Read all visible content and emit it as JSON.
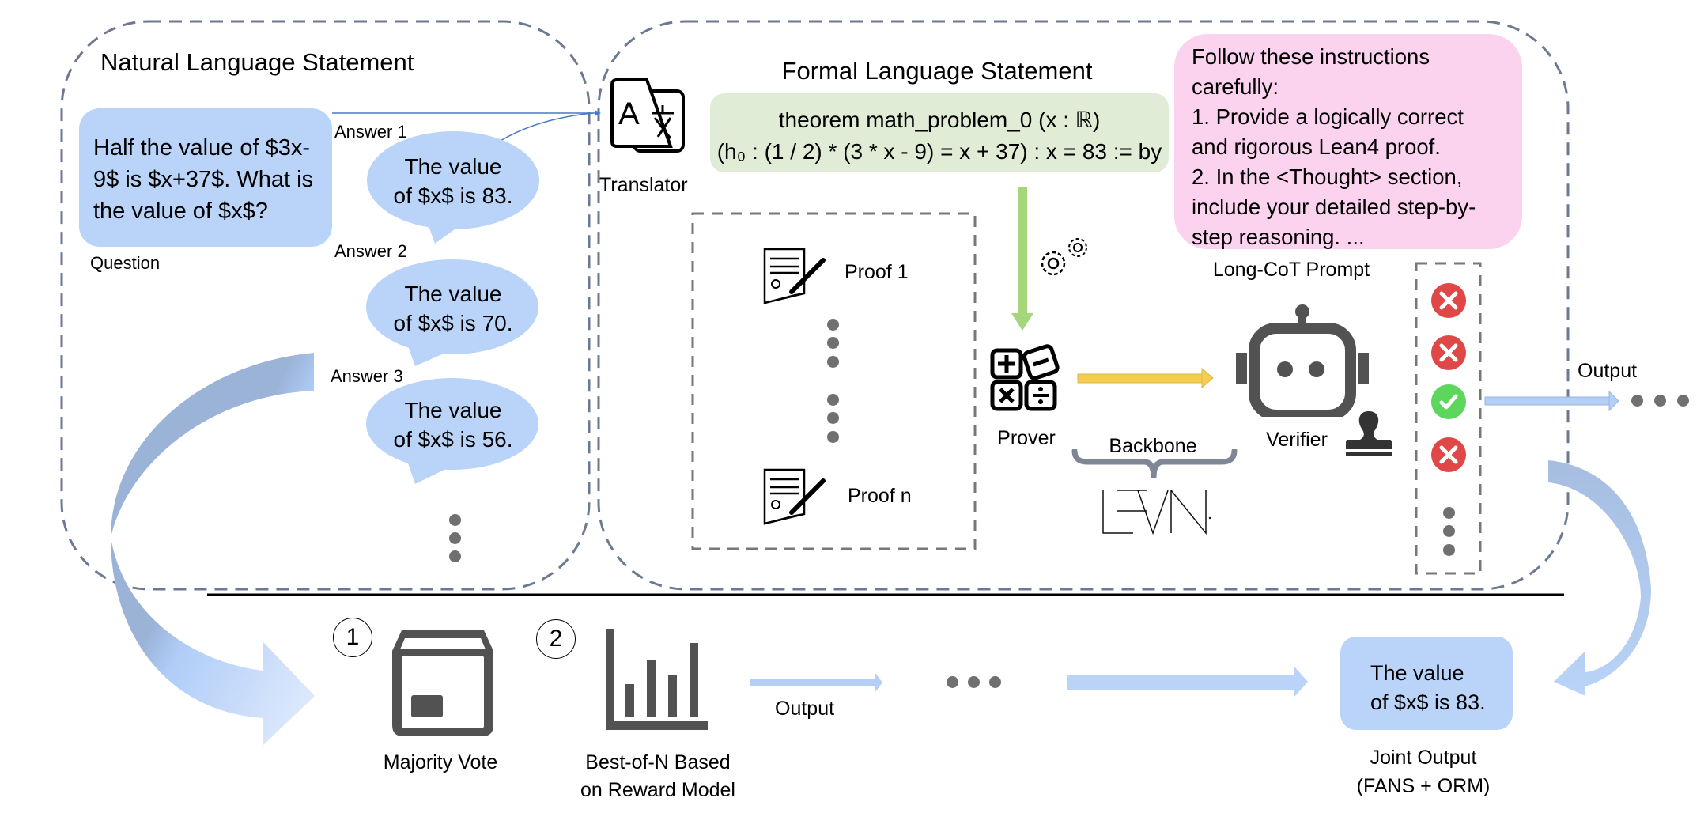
{
  "natural_section": {
    "title": "Natural Language Statement",
    "question": {
      "label": "Question",
      "text": "Half the value of $3x-9$ is $x+37$. What is the value of $x$?"
    },
    "answers": [
      {
        "label": "Answer 1",
        "line1": "The value",
        "line2": "of $x$ is 83."
      },
      {
        "label": "Answer 2",
        "line1": "The value",
        "line2": "of $x$ is 70."
      },
      {
        "label": "Answer 3",
        "line1": "The value",
        "line2": "of $x$ is 56."
      }
    ],
    "more_indicator": "vertical-ellipsis"
  },
  "formal_section": {
    "title": "Formal Language Statement",
    "translator_label": "Translator",
    "theorem_line1": "theorem math_problem_0 (x : ℝ)",
    "theorem_line2": "(h₀ : (1 / 2) * (3 * x - 9) = x + 37) : x = 83 := by",
    "proofs": [
      {
        "label": "Proof 1"
      },
      {
        "label": "Proof n"
      }
    ],
    "prover_label": "Prover",
    "backbone_label": "Backbone",
    "backbone_logo": "LEAN",
    "verifier_label": "Verifier",
    "prompt": {
      "label": "Long-CoT Prompt",
      "lines": [
        "Follow these instructions",
        "carefully:",
        "1. Provide a logically correct",
        "and rigorous Lean4 proof.",
        "2. In the <Thought> section,",
        "include your detailed step-by-",
        "step reasoning. ..."
      ]
    },
    "verification_results": [
      {
        "status": "fail",
        "icon": "cross-circle-icon",
        "color": "#e04848"
      },
      {
        "status": "fail",
        "icon": "cross-circle-icon",
        "color": "#e04848"
      },
      {
        "status": "pass",
        "icon": "check-circle-icon",
        "color": "#5cd65c"
      },
      {
        "status": "fail",
        "icon": "cross-circle-icon",
        "color": "#e04848"
      }
    ],
    "output_label": "Output"
  },
  "bottom_section": {
    "methods": [
      {
        "number": "1",
        "label": "Majority Vote",
        "icon": "ballot-box-icon"
      },
      {
        "number": "2",
        "label_line1": "Best-of-N Based",
        "label_line2": "on Reward Model",
        "icon": "bar-chart-icon"
      }
    ],
    "output_label": "Output",
    "final": {
      "line1": "The value",
      "line2": "of $x$ is 83.",
      "caption_line1": "Joint Output",
      "caption_line2": "(FANS + ORM)"
    }
  },
  "colors": {
    "bubble_blue": "#b9d4f8",
    "formal_green": "#e0ecd6",
    "prompt_pink": "#fcd3ee",
    "dashed_border": "#6b7a90",
    "arrow_green": "#a6d67a",
    "arrow_yellow": "#f5cd55",
    "arrow_blue": "#b4cff5",
    "icon_gray": "#525252"
  }
}
